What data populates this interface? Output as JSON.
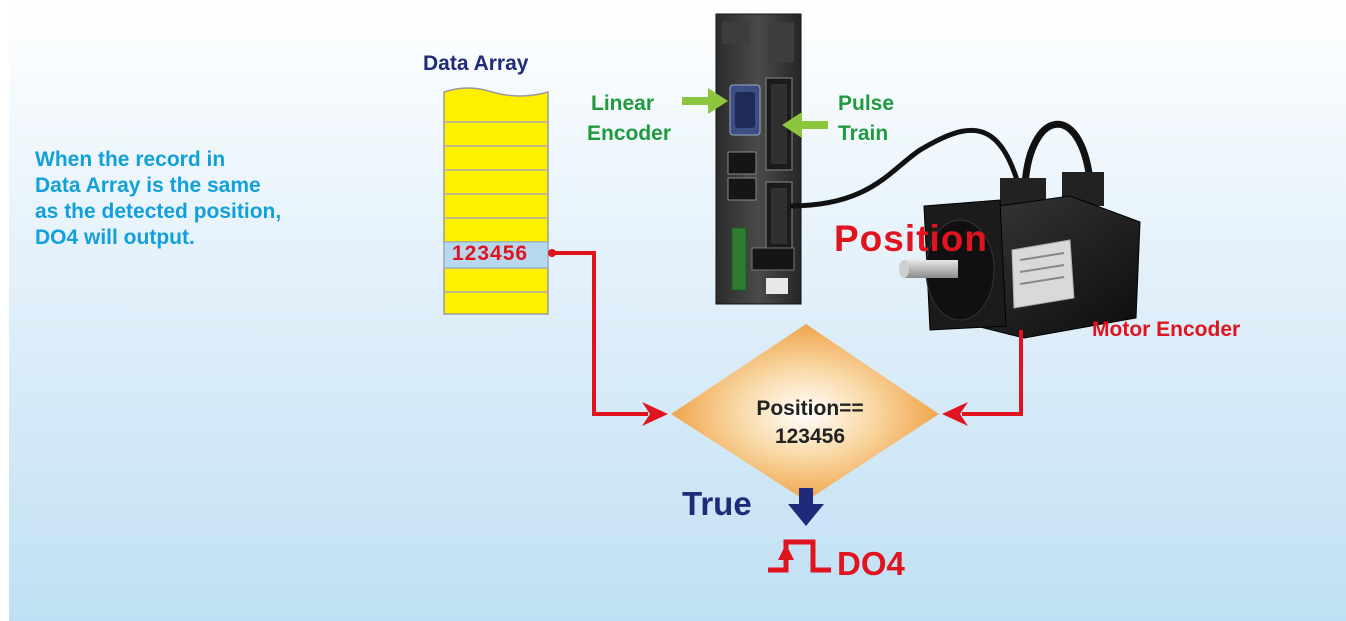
{
  "data_array": {
    "title": "Data Array",
    "highlight_value": "123456"
  },
  "explanation": {
    "lines": [
      "When the record in",
      "Data Array is the same",
      "as the detected position,",
      "DO4 will output."
    ]
  },
  "inputs": {
    "linear_encoder": [
      "Linear",
      "Encoder"
    ],
    "pulse_train": [
      "Pulse",
      "Train"
    ]
  },
  "motor": {
    "position_label": "Position",
    "encoder_label": "Motor Encoder"
  },
  "decision": {
    "lines": [
      "Position==",
      "123456"
    ],
    "true_label": "True"
  },
  "output": {
    "label": "DO4"
  },
  "colors": {
    "title_navy": "#1f2a7a",
    "explanation_blue": "#12a0dc",
    "input_green": "#1f9a3f",
    "arrow_green": "#8cc63f",
    "signal_red": "#e0141e",
    "array_yellow": "#fff000",
    "decision_orange": "#f0a040"
  }
}
